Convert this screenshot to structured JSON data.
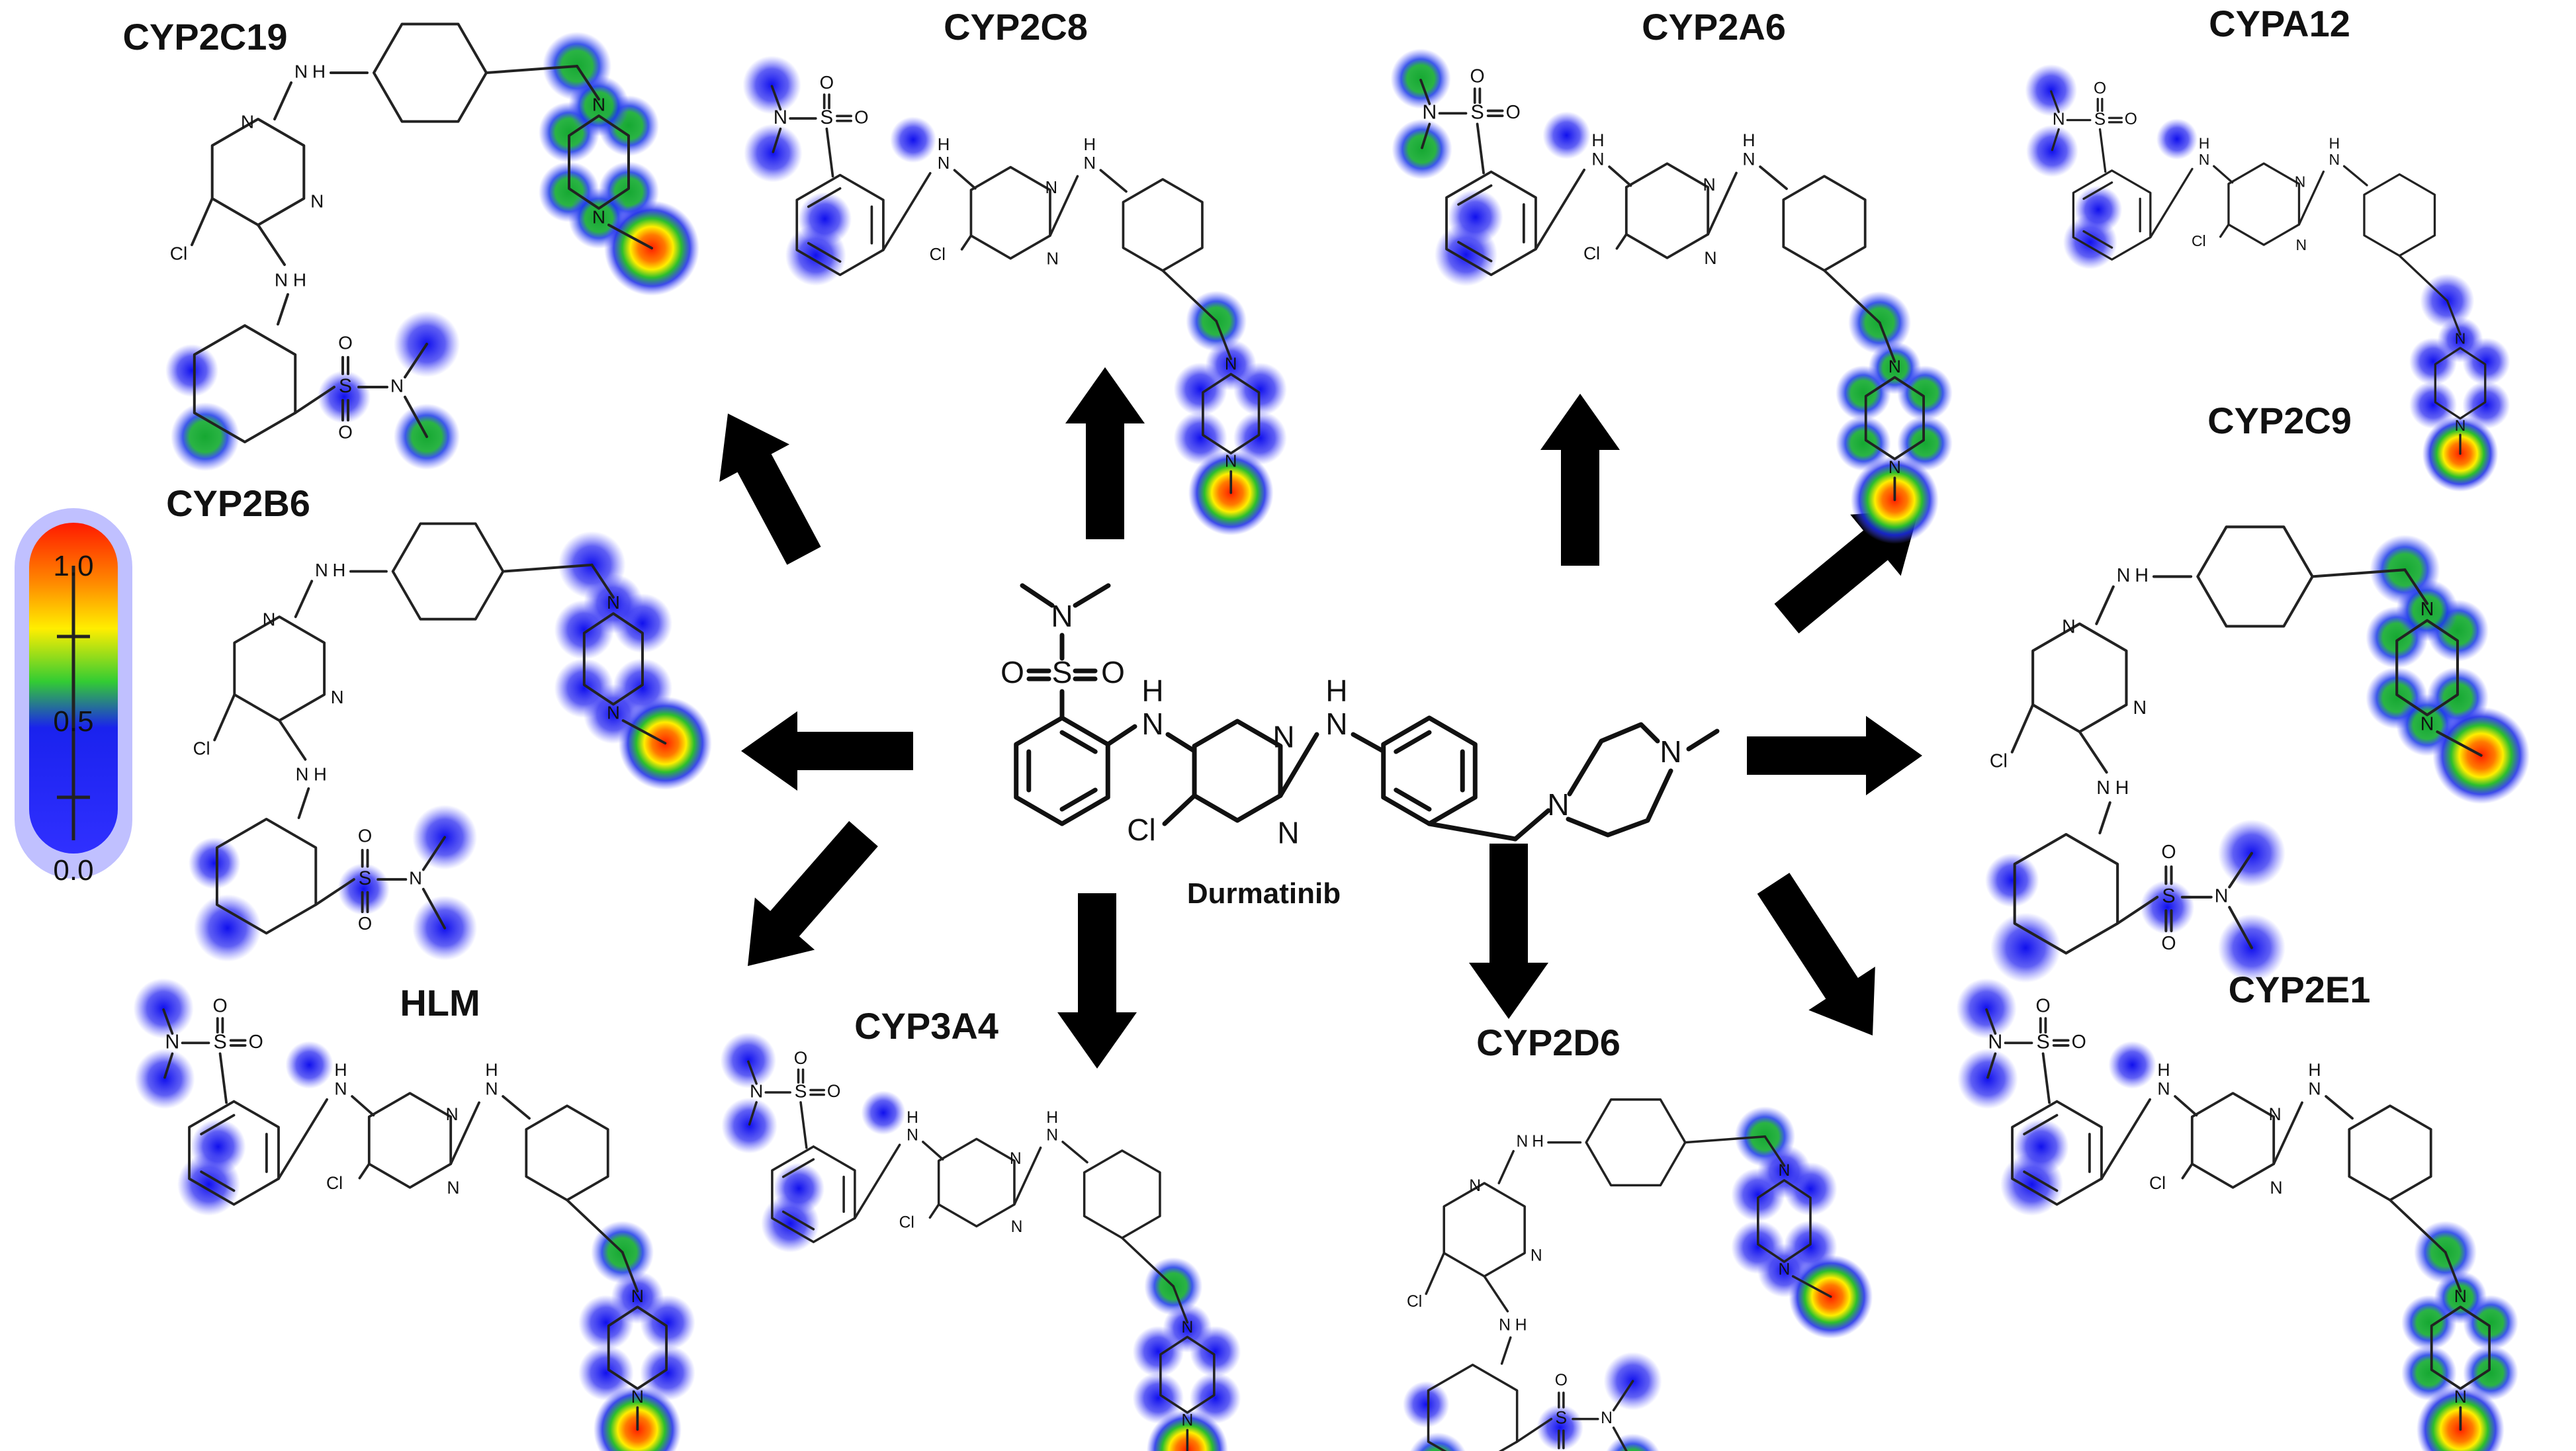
{
  "center": {
    "name": "Durmatinib"
  },
  "atoms": {
    "N": "N",
    "H": "H",
    "NH": "NH",
    "O": "O",
    "S": "S",
    "Cl": "Cl"
  },
  "scale": {
    "top": "1.0",
    "mid": "0.5",
    "bottom": "0.0",
    "max": 1.0,
    "min": 0.0
  },
  "colors": {
    "high": "#ff2a00",
    "mid_high": "#ffee00",
    "mid": "#22bb33",
    "low": "#1a1aee",
    "arrow": "#000000"
  },
  "panels": [
    {
      "id": "cyp2c19",
      "label": "CYP2C19",
      "layout": "folded"
    },
    {
      "id": "cyp2c8",
      "label": "CYP2C8",
      "layout": "extended"
    },
    {
      "id": "cyp2a6",
      "label": "CYP2A6",
      "layout": "extended"
    },
    {
      "id": "cypa12",
      "label": "CYPA12",
      "layout": "extended"
    },
    {
      "id": "cyp2b6",
      "label": "CYP2B6",
      "layout": "folded"
    },
    {
      "id": "cyp2c9",
      "label": "CYP2C9",
      "layout": "folded"
    },
    {
      "id": "hlm",
      "label": "HLM",
      "layout": "extended"
    },
    {
      "id": "cyp3a4",
      "label": "CYP3A4",
      "layout": "extended"
    },
    {
      "id": "cyp2d6",
      "label": "CYP2D6",
      "layout": "folded"
    },
    {
      "id": "cyp2e1",
      "label": "CYP2E1",
      "layout": "extended"
    }
  ]
}
